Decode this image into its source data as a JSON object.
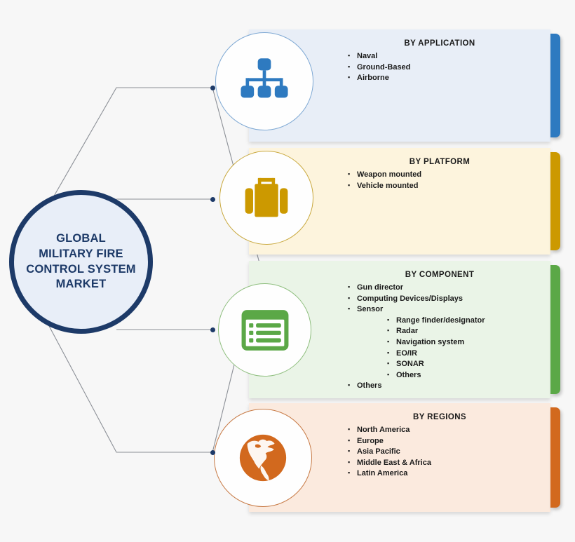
{
  "hub": {
    "label": "GLOBAL\nMILITARY FIRE\nCONTROL SYSTEM\nMARKET",
    "fill": "#e8eef8",
    "border": "#1d3a68"
  },
  "panels": [
    {
      "id": "application",
      "title": "BY APPLICATION",
      "accent": "#2e7ac0",
      "background": "#e8eef7",
      "circle_border": "#7fa9d4",
      "icon": "hierarchy-icon",
      "items": [
        {
          "label": "Naval"
        },
        {
          "label": "Ground-Based"
        },
        {
          "label": "Airborne"
        }
      ]
    },
    {
      "id": "platform",
      "title": "BY PLATFORM",
      "accent": "#cc9900",
      "background": "#fdf4dd",
      "circle_border": "#c9a93f",
      "icon": "briefcase-icon",
      "items": [
        {
          "label": "Weapon mounted"
        },
        {
          "label": "Vehicle mounted"
        }
      ]
    },
    {
      "id": "component",
      "title": "BY COMPONENT",
      "accent": "#5ba847",
      "background": "#eaf4e7",
      "circle_border": "#8fbf7f",
      "icon": "list-window-icon",
      "items": [
        {
          "label": "Gun director"
        },
        {
          "label": "Computing Devices/Displays"
        },
        {
          "label": "Sensor",
          "children": [
            "Range finder/designator",
            "Radar",
            "Navigation system",
            "EO/IR",
            "SONAR",
            "Others"
          ]
        },
        {
          "label": "Others"
        }
      ]
    },
    {
      "id": "regions",
      "title": "BY REGIONS",
      "accent": "#d2691e",
      "background": "#fbeade",
      "circle_border": "#c77a45",
      "icon": "globe-icon",
      "items": [
        {
          "label": "North America"
        },
        {
          "label": "Europe"
        },
        {
          "label": "Asia Pacific"
        },
        {
          "label": "Middle East & Africa"
        },
        {
          "label": "Latin America"
        }
      ]
    }
  ]
}
